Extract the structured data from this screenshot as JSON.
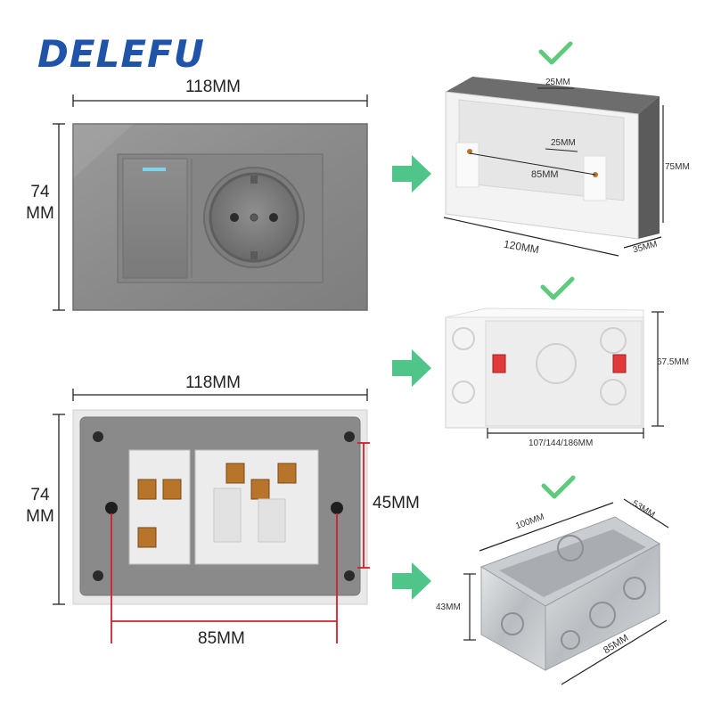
{
  "brand": {
    "name": "DELEFU",
    "color": "#1f54a8"
  },
  "front_panel": {
    "width_label": "118MM",
    "height_label_line1": "74",
    "height_label_line2": "MM"
  },
  "back_panel": {
    "width_label": "118MM",
    "height_label_line1": "74",
    "height_label_line2": "MM",
    "socket_height_label": "45MM",
    "screw_spacing_label": "85MM"
  },
  "box1": {
    "top_slot": "25MM",
    "inner_slot": "25MM",
    "screw_span": "85MM",
    "width": "120MM",
    "height": "75MM",
    "depth": "35MM"
  },
  "box2": {
    "height": "67.5MM",
    "width": "107/144/186MM"
  },
  "box3": {
    "width": "100MM",
    "depth": "53MM",
    "height": "43MM",
    "length": "85MM"
  },
  "colors": {
    "accent_arrow": "#4fc58a",
    "check": "#5fca7c",
    "dimension_red": "#d4202a"
  },
  "icons": [
    "checkmark-icon",
    "arrow-right-icon"
  ]
}
